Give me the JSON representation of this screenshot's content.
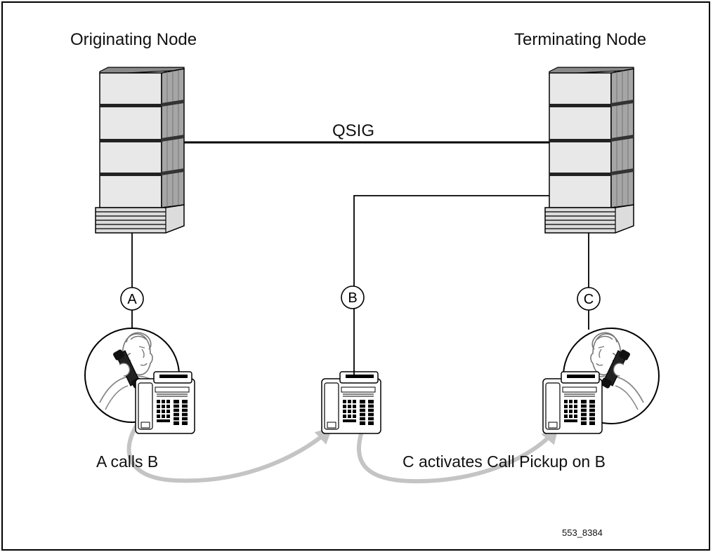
{
  "nodes": {
    "originating": {
      "title": "Originating Node"
    },
    "terminating": {
      "title": "Terminating Node"
    }
  },
  "link": {
    "label": "QSIG"
  },
  "phones": {
    "a": {
      "label": "A"
    },
    "b": {
      "label": "B"
    },
    "c": {
      "label": "C"
    }
  },
  "captions": {
    "a_calls_b": "A calls B",
    "c_pickup": "C activates Call Pickup on B"
  },
  "figure_id": "553_8384",
  "colors": {
    "line": "#000000",
    "arrow": "#c4c4c4",
    "cabinet_face": "#e6e6e6",
    "cabinet_side": "#a8a8a8"
  }
}
